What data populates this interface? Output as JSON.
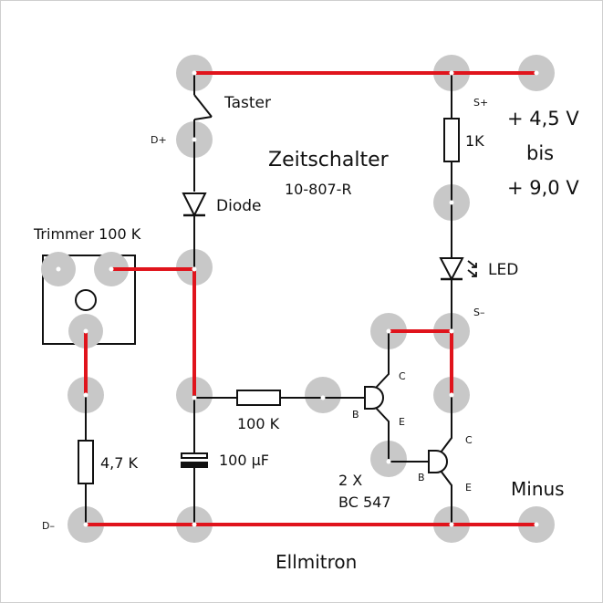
{
  "title": "Zeitschalter",
  "subtitle": "10-807-R",
  "brand": "Ellmitron",
  "supply": {
    "plus": "+ 4,5 V",
    "bis": "bis",
    "max": "+ 9,0 V"
  },
  "minus_label": "Minus",
  "pins": {
    "s_plus": "S+",
    "s_minus": "S–",
    "d_plus": "D+",
    "d_minus": "D–"
  },
  "components": {
    "taster": "Taster",
    "diode": "Diode",
    "trimmer": "Trimmer 100 K",
    "r_4k7": "4,7 K",
    "cap": "100 µF",
    "r_100k": "100 K",
    "r_1k": "1K",
    "led": "LED",
    "transistors_count": "2 X",
    "transistors_type": "BC 547"
  },
  "transistor_pins": {
    "c": "C",
    "b": "B",
    "e": "E"
  },
  "colors": {
    "wire": "#e0141c",
    "component": "#111111",
    "pad": "#c8c8c8",
    "pad_hole": "#ffffff",
    "frame": "#cfcfcf"
  }
}
